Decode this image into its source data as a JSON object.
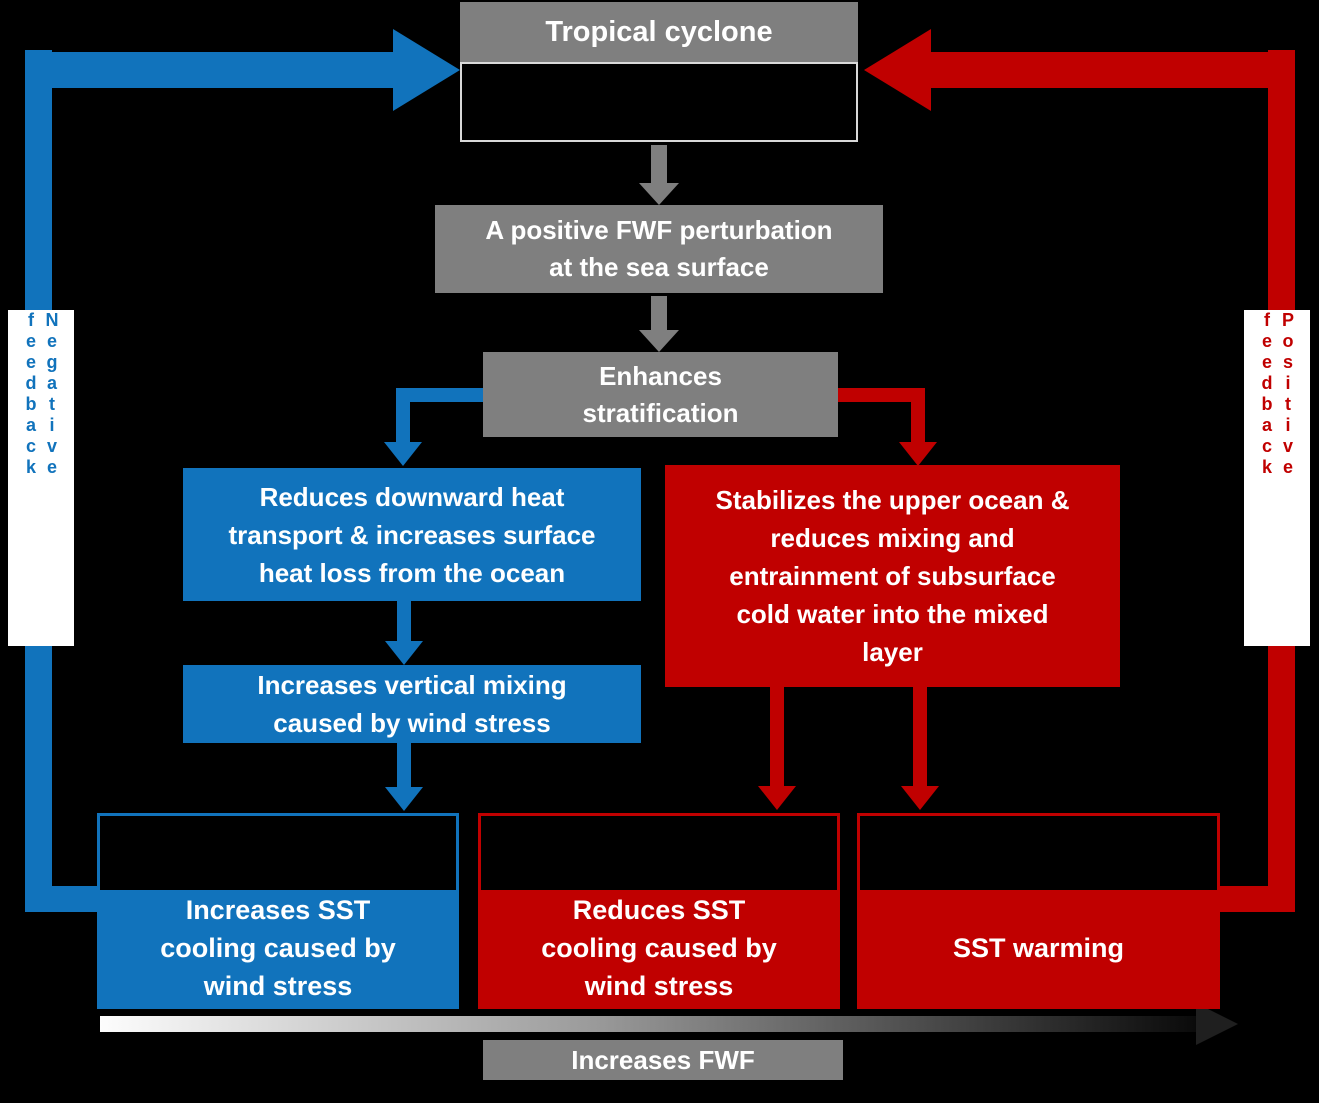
{
  "colors": {
    "background": "#000000",
    "gray": "#7F7F7F",
    "blue": "#1173BC",
    "red": "#C00000",
    "frame_border": "#D9D9D9",
    "text": "#FFFFFF"
  },
  "nodes": {
    "tropical_cyclone": "Tropical cyclone",
    "fwf_perturbation": "A positive FWF perturbation\nat the sea surface",
    "enhances_stratification": "Enhances\nstratification",
    "reduces_heat_transport": "Reduces downward heat\ntransport & increases surface\nheat loss from the ocean",
    "increases_vertical_mixing": "Increases vertical mixing\ncaused by wind stress",
    "stabilizes_upper_ocean": "Stabilizes the upper ocean &\nreduces mixing and\nentrainment of subsurface\ncold water into the mixed\nlayer",
    "increases_sst_cooling": "Increases SST\ncooling caused by\nwind stress",
    "reduces_sst_cooling": "Reduces SST\ncooling caused by\nwind stress",
    "sst_warming": "SST warming",
    "increases_fwf": "Increases FWF"
  },
  "feedback": {
    "negative": "Negative feedback",
    "positive": "Positive feedback"
  }
}
